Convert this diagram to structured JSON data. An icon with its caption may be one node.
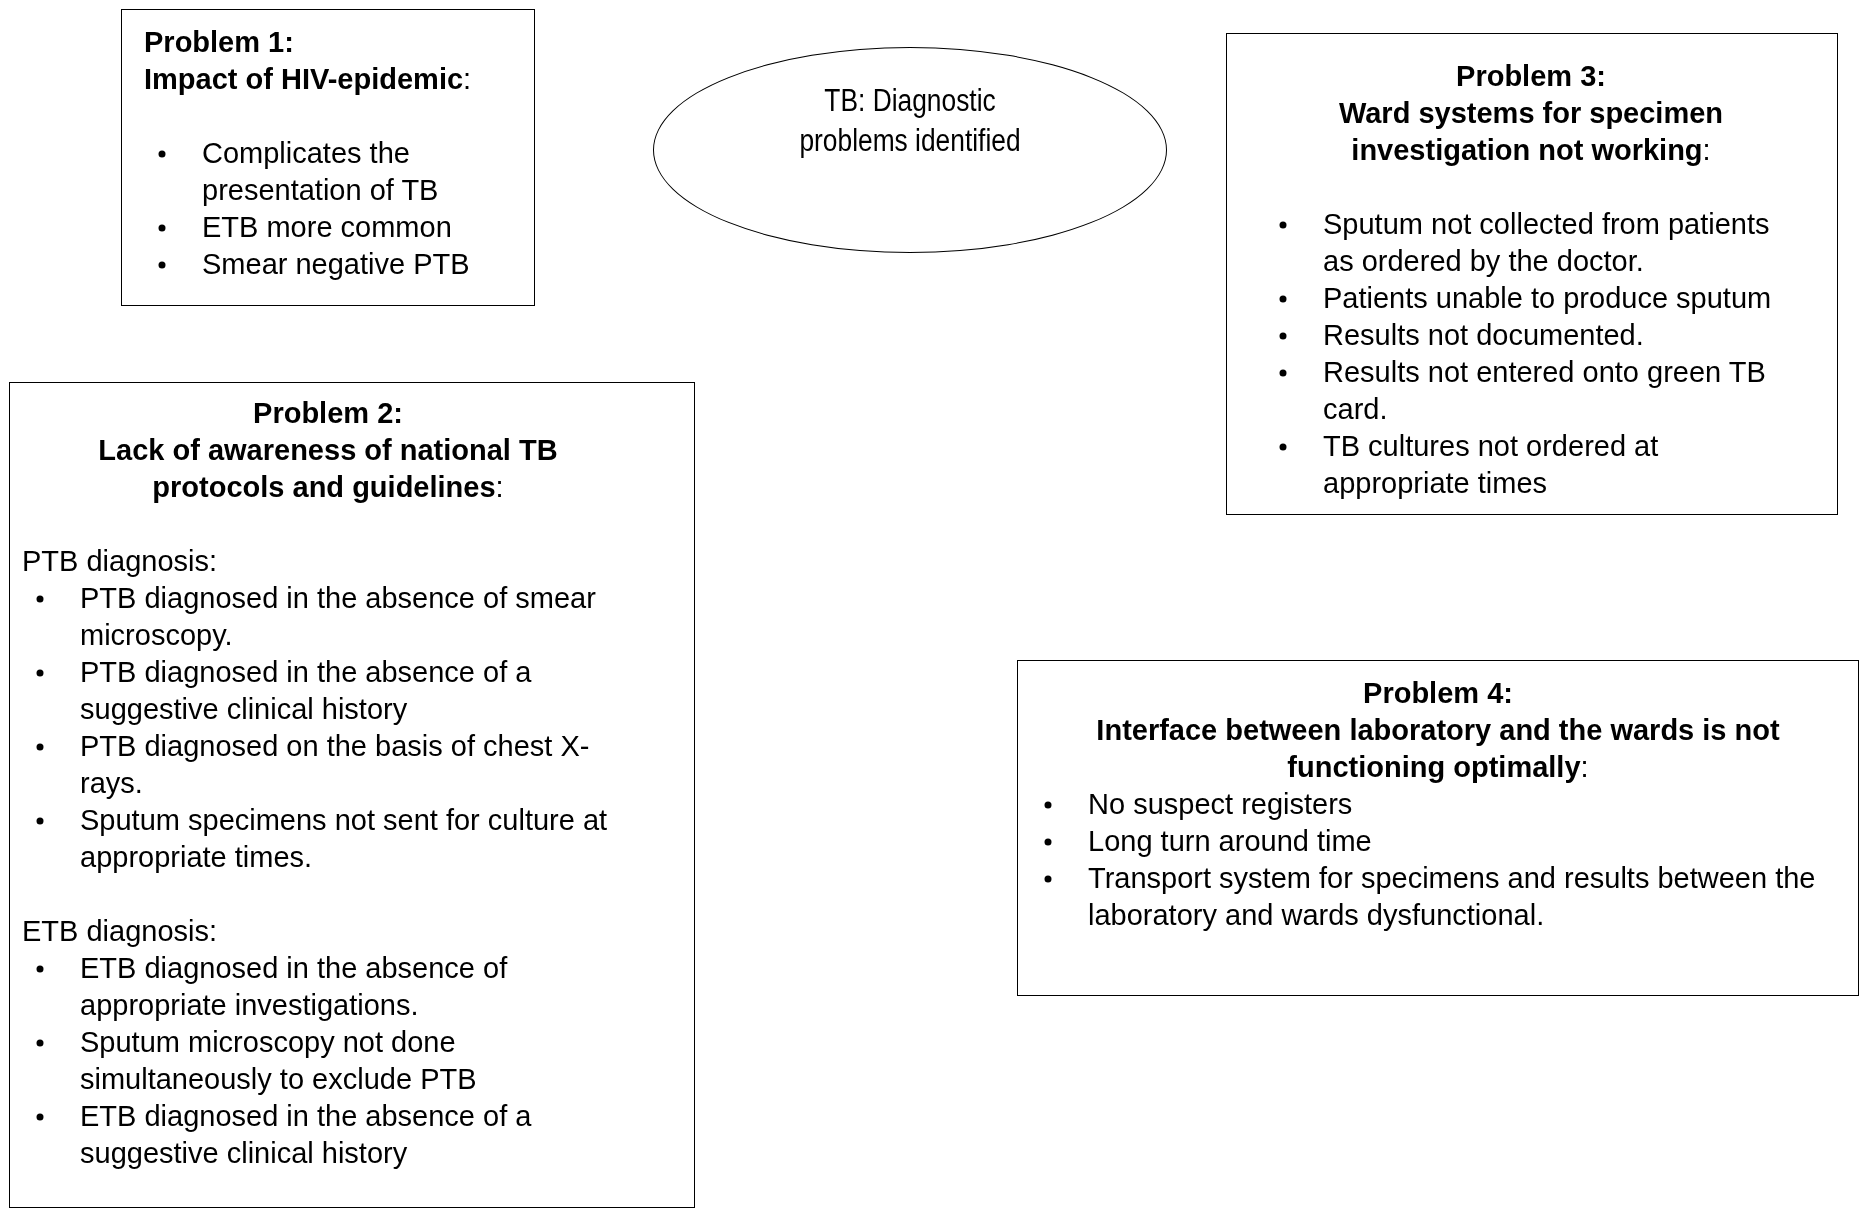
{
  "diagram": {
    "nodes": [
      {
        "text": [
          "Problem 1:",
          "**Impact of HIV-epidemic**:",
          "Complicates the presentation of TB",
          "ETB more common",
          "Smear negative PTB"
        ]
      },
      {
        "text": [
          "TB: Diagnostic problems identified"
        ]
      },
      {
        "text": [
          "Problem 3:",
          "**Ward systems for specimen investigation not working**:",
          "Sputum not collected from patients as ordered by the doctor.",
          "Patients unable to produce sputum",
          "Results not documented.",
          "Results not entered onto green TB card.",
          "TB cultures not ordered at appropriate times"
        ]
      },
      {
        "text": [
          "Problem 2:",
          "**Lack of awareness of national TB protocols and guidelines**:",
          "PTB diagnosis:",
          "PTB diagnosed in the absence of smear microscopy.",
          "PTB diagnosed in the absence of a suggestive clinical history",
          "PTB diagnosed on the basis of chest X-rays.",
          "Sputum specimens not sent for culture at appropriate times.",
          "ETB diagnosis:",
          "ETB diagnosed in the absence of appropriate investigations.",
          "Sputum microscopy not done simultaneously to exclude PTB",
          "ETB diagnosed in the absence of a suggestive clinical history"
        ]
      },
      {
        "text": [
          "Problem 4:",
          "**Interface between laboratory and the wards is not functioning optimally**:",
          "No suspect registers",
          "Long turn around time",
          "Transport system for specimens and results between the laboratory and wards dysfunctional."
        ]
      }
    ]
  }
}
